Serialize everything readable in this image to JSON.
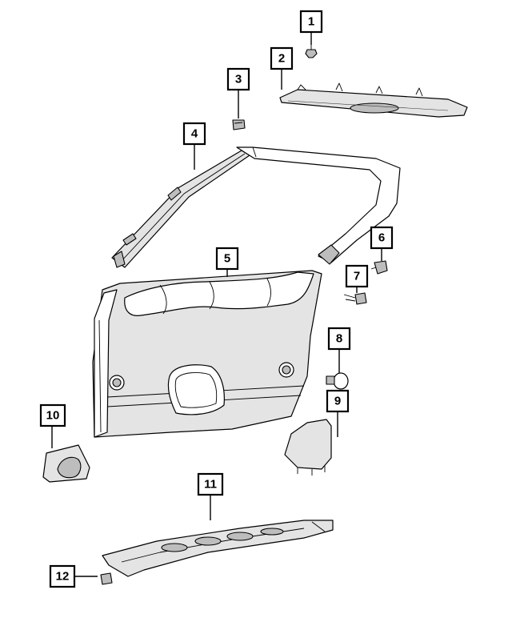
{
  "callouts": [
    {
      "id": "1",
      "label": "1"
    },
    {
      "id": "2",
      "label": "2"
    },
    {
      "id": "3",
      "label": "3"
    },
    {
      "id": "4",
      "label": "4"
    },
    {
      "id": "5",
      "label": "5"
    },
    {
      "id": "6",
      "label": "6"
    },
    {
      "id": "7",
      "label": "7"
    },
    {
      "id": "8",
      "label": "8"
    },
    {
      "id": "9",
      "label": "9"
    },
    {
      "id": "10",
      "label": "10"
    },
    {
      "id": "11",
      "label": "11"
    },
    {
      "id": "12",
      "label": "12"
    }
  ],
  "colors": {
    "line": "#000000",
    "panel_fill": "#e4e4e4",
    "shade": "#bdbdbd",
    "background": "#ffffff"
  }
}
